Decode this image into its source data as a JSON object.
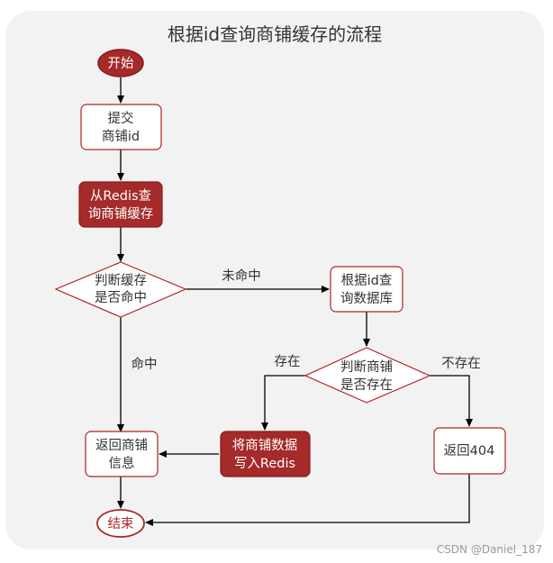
{
  "title": "根据id查询商铺缓存的流程",
  "watermark": "CSDN @Daniel_187",
  "colors": {
    "accent": "#a52a2a",
    "border": "#b22222",
    "line": "#000000",
    "background": "#f2f2f2"
  },
  "nodes": {
    "start": "开始",
    "submit": [
      "提交",
      "商铺id"
    ],
    "query_redis": [
      "从Redis查",
      "询商铺缓存"
    ],
    "check_cache": [
      "判断缓存",
      "是否命中"
    ],
    "query_db": [
      "根据id查",
      "询数据库"
    ],
    "check_exist": [
      "判断商铺",
      "是否存在"
    ],
    "write_redis": [
      "将商铺数据",
      "写入Redis"
    ],
    "return_info": [
      "返回商铺",
      "信息"
    ],
    "return_404": "返回404",
    "end": "结束"
  },
  "edges": {
    "miss": "未命中",
    "hit": "命中",
    "exists": "存在",
    "not_exists": "不存在"
  }
}
